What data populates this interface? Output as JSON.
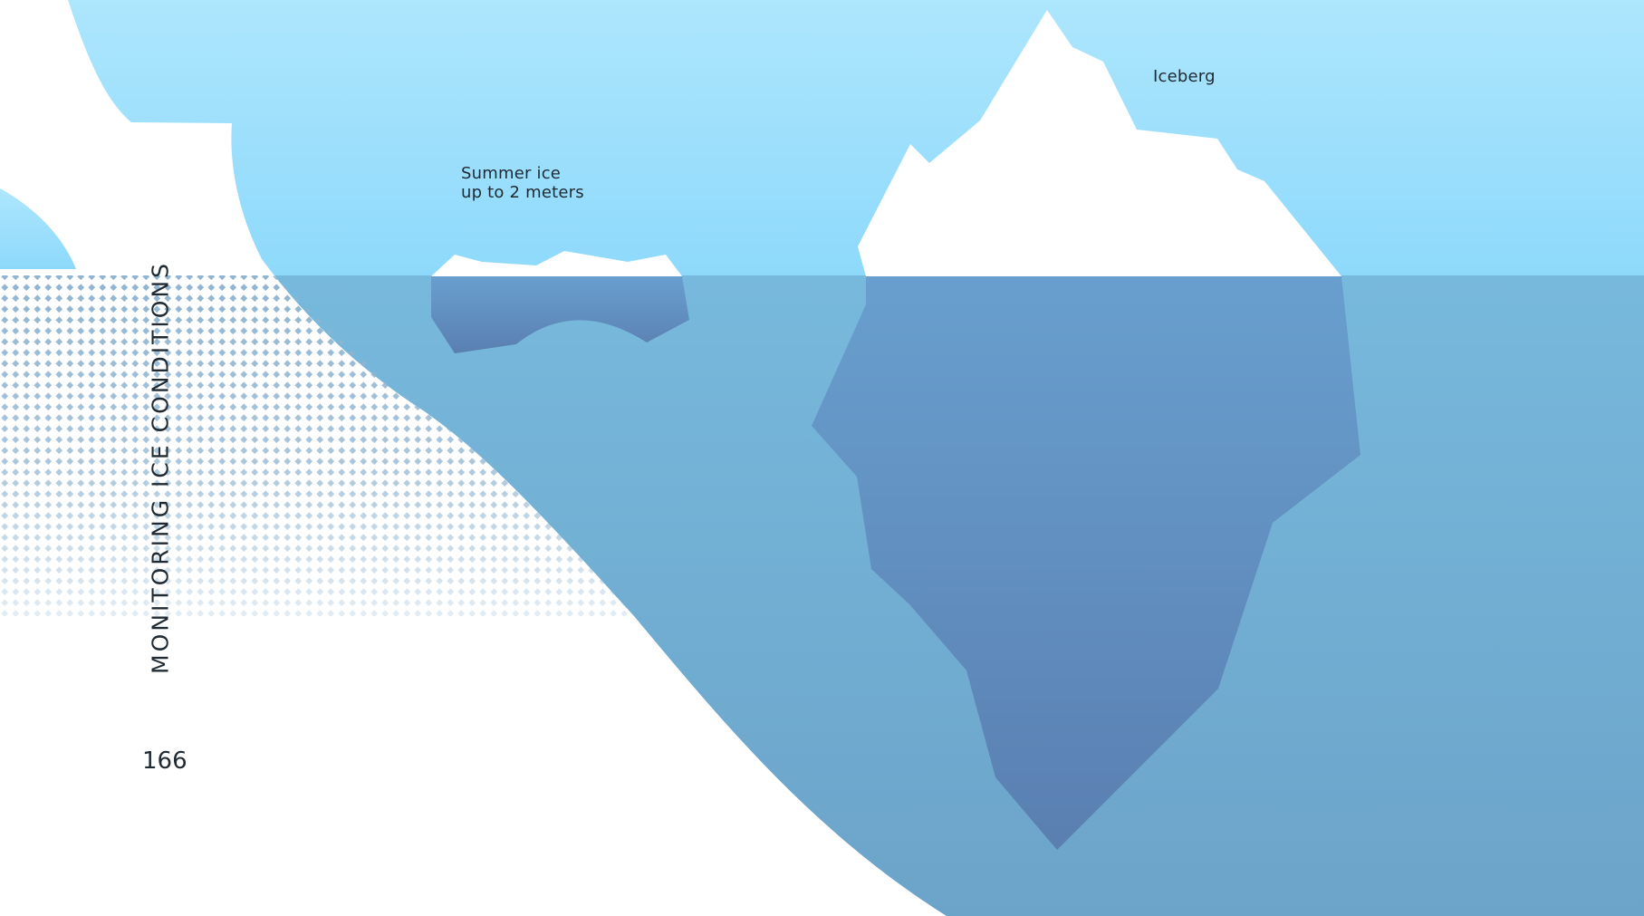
{
  "labels": {
    "summer_ice_line1": "Summer ice",
    "summer_ice_line2": "up to 2 meters",
    "iceberg": "Iceberg"
  },
  "sidebar": {
    "title": "MONITORING ICE CONDITIONS",
    "page_number": "166"
  },
  "colors": {
    "sky_top": "#ade6fd",
    "sky_bottom": "#8ed9fb",
    "water_top": "#77b9dc",
    "water_bottom": "#6ca3c9",
    "ice_submerged_top": "#689fce",
    "ice_submerged_bottom": "#5a7fb1",
    "ice_above_water": "#ffffff",
    "dot_pattern": "#8fb4d0",
    "text": "#1f2a33"
  }
}
